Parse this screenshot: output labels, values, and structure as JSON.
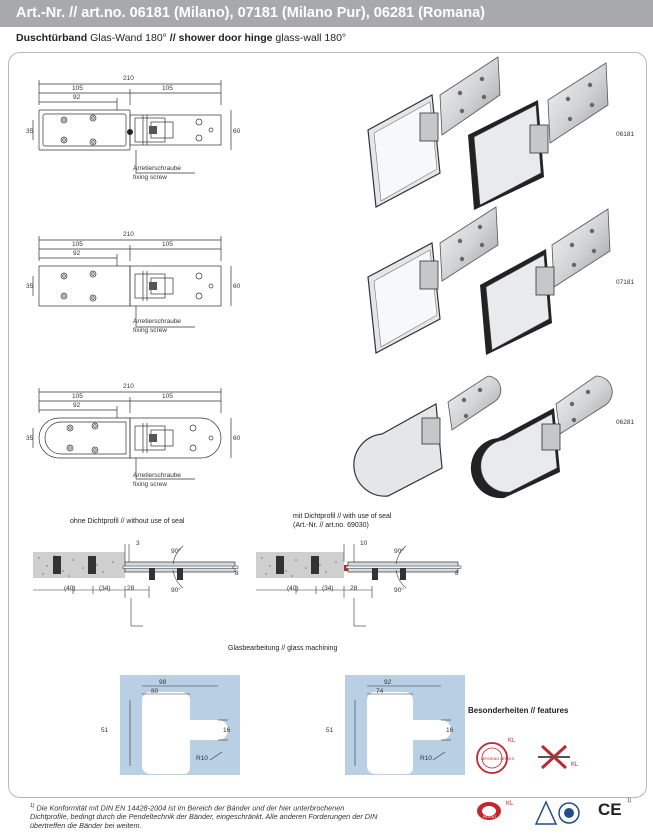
{
  "header": {
    "title": "Art.-Nr. // art.no. 06181 (Milano), 07181 (Milano Pur), 06281 (Romana)"
  },
  "subtitle": {
    "bold1": "Duschtürband",
    "text1": "Glas-Wand 180°",
    "sep": "//",
    "bold2": "shower door hinge",
    "text2": "glass-wall 180°"
  },
  "drawings": [
    {
      "dim_total": "210",
      "dim_left": "105",
      "dim_right": "105",
      "dim_inner": "92",
      "dim_height_left": "35",
      "dim_height_right": "60",
      "label_de": "Arretierschraube",
      "label_en": "fixing screw",
      "art_code": "06181"
    },
    {
      "dim_total": "210",
      "dim_left": "105",
      "dim_right": "105",
      "dim_inner": "92",
      "dim_height_left": "35",
      "dim_height_right": "60",
      "label_de": "Arretierschraube",
      "label_en": "fixing screw",
      "art_code": "07181"
    },
    {
      "dim_total": "210",
      "dim_left": "105",
      "dim_right": "105",
      "dim_inner": "92",
      "dim_height_left": "35",
      "dim_height_right": "60",
      "label_de": "Arretierschraube",
      "label_en": "fixing screw",
      "art_code": "06281"
    }
  ],
  "sections": {
    "without_seal": "ohne Dichtprofil  //  without use of seal",
    "with_seal_line1": "mit Dichtprofil  //  with use of seal",
    "with_seal_line2": "(Art.-Nr. // art.no. 69030)",
    "left": {
      "gap": "3",
      "angle_top": "90°",
      "angle_bottom": "90°",
      "d1": "(40)",
      "d2": "(34)",
      "d3": "28",
      "d4": "8"
    },
    "right": {
      "gap": "10",
      "angle_top": "90°",
      "angle_bottom": "90°",
      "d1": "(40)",
      "d2": "(34)",
      "d3": "28",
      "d4": "8"
    }
  },
  "glass_machining": {
    "title": "Glasbearbeitung // glass machining",
    "left": {
      "d_outer": "98",
      "d_inner": "80",
      "height": "51",
      "cut": "16",
      "radius": "R10"
    },
    "right": {
      "d_outer": "92",
      "d_inner": "74",
      "height": "51",
      "cut": "16",
      "radius": "R10"
    }
  },
  "features": {
    "title": "Besonderheiten // features",
    "badge1": "MESSING BRASS",
    "badge_kl": "KL",
    "patent": "PATENT",
    "ce": "CE",
    "ce_sup": "1)"
  },
  "footnote": {
    "marker": "1)",
    "text": "Die Konformität mit DIN EN 14428-2004 ist im Bereich der Bänder und der hier unterbrochenen Dichtprofile, bedingt durch die Pendeltechnik der Bänder, eingeschränkt. Alle anderen Forderungen der DIN übertreffen die Bänder bei weitem."
  },
  "colors": {
    "title_bar": "#a7a9ac",
    "glass_blue": "#b9cfe4",
    "line": "#333333",
    "seal_red": "#c1272d"
  }
}
